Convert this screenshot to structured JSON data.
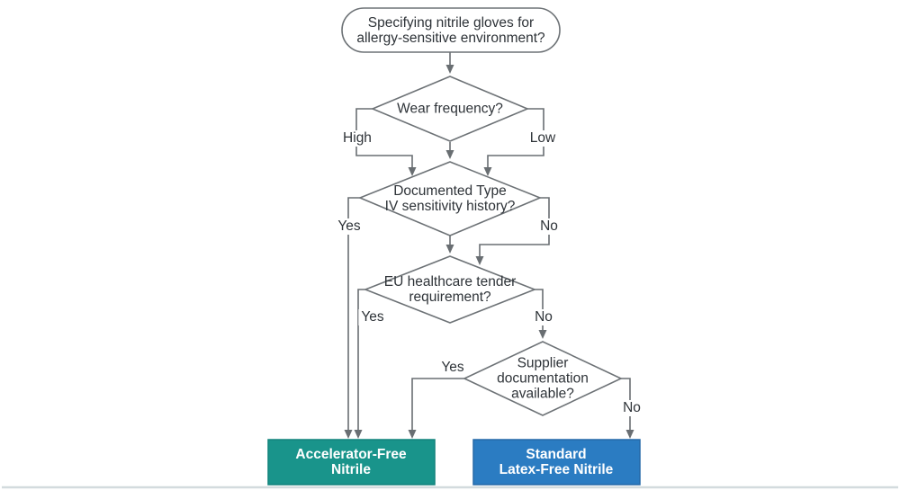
{
  "colors": {
    "bg": "#ffffff",
    "line": "#696e72",
    "node-border": "#6d7276",
    "node-fill": "#ffffff",
    "text": "#2e3338",
    "teal-fill": "#19948b",
    "teal-border": "#12837c",
    "blue-fill": "#2b7cc2",
    "blue-border": "#2568a8",
    "terminal-text": "#ffffff",
    "bottom-rule": "#d3dbde"
  },
  "nodes": {
    "start": {
      "line1": "Specifying nitrile gloves for",
      "line2": "allergy-sensitive environment?"
    },
    "wear_frequency": {
      "line1": "Wear frequency?"
    },
    "type_iv": {
      "line1": "Documented Type",
      "line2": "IV sensitivity history?"
    },
    "eu_tender": {
      "line1": "EU healthcare tender",
      "line2": "requirement?"
    },
    "supplier_doc": {
      "line1": "Supplier",
      "line2": "documentation",
      "line3": "available?"
    },
    "accelerator_free": {
      "line1": "Accelerator-Free",
      "line2": "Nitrile"
    },
    "standard_latex_free": {
      "line1": "Standard",
      "line2": "Latex-Free Nitrile"
    }
  },
  "edge_labels": {
    "high": "High",
    "low": "Low",
    "type_iv_yes": "Yes",
    "type_iv_no": "No",
    "eu_yes": "Yes",
    "eu_no": "No",
    "supplier_yes": "Yes",
    "supplier_no": "No"
  }
}
